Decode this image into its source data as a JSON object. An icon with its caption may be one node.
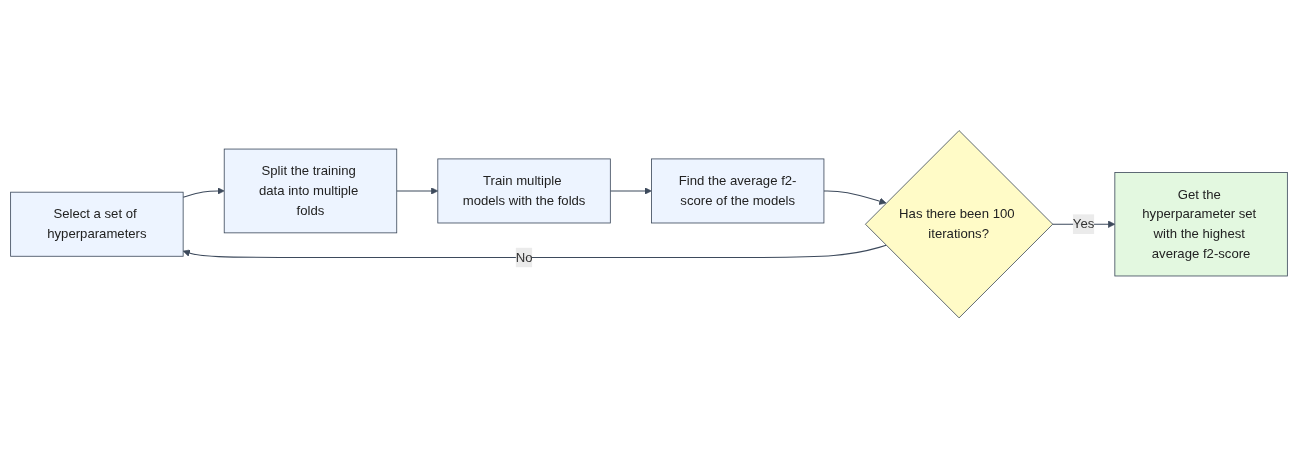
{
  "diagram": {
    "nodes": [
      {
        "text": [
          "Select a set of hyperparameters"
        ]
      },
      {
        "text": [
          "Split the training data into multiple folds"
        ]
      },
      {
        "text": [
          "Train multiple models with the folds"
        ]
      },
      {
        "text": [
          "Find the average f2-score of the models"
        ]
      },
      {
        "text": [
          "Has there been 100 iterations?"
        ]
      },
      {
        "text": [
          "Get the hyperparameter set with the highest average f2-score"
        ]
      }
    ],
    "edges": [
      {
        "from": 0,
        "to": 1,
        "arrow": "to"
      },
      {
        "from": 1,
        "to": 2,
        "arrow": "to"
      },
      {
        "from": 2,
        "to": 3,
        "arrow": "to"
      },
      {
        "from": 3,
        "to": 4,
        "arrow": "to"
      },
      {
        "from": 4,
        "to": 0,
        "arrow": "to",
        "label": "No"
      },
      {
        "from": 4,
        "to": 5,
        "arrow": "to",
        "label": "Yes"
      }
    ]
  }
}
